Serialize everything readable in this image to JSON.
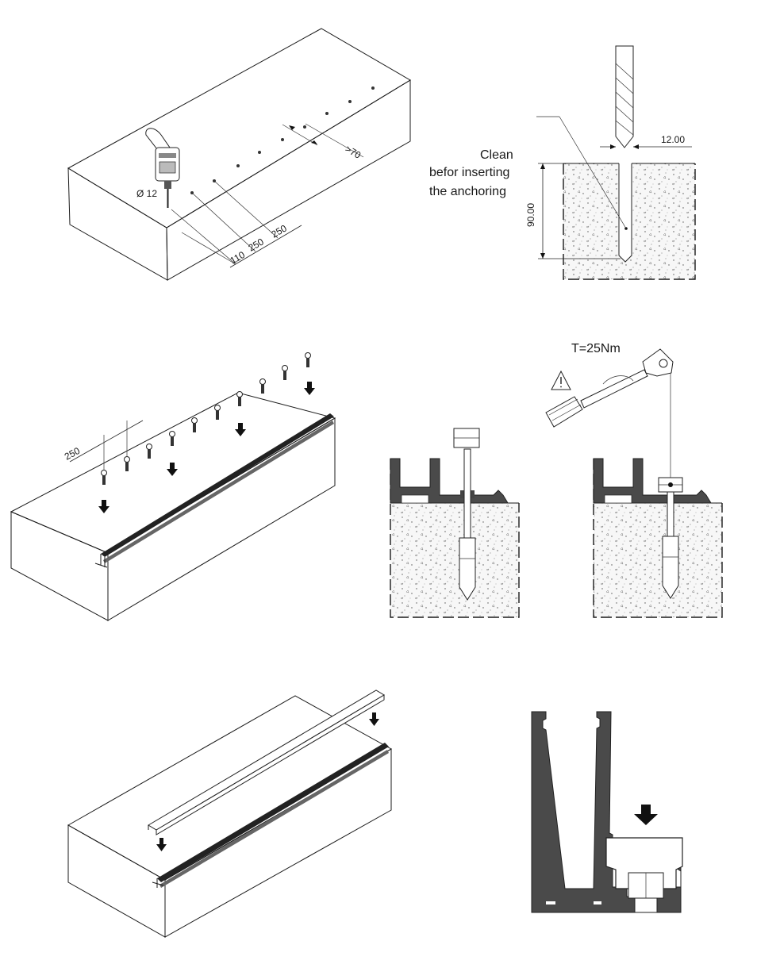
{
  "step1": {
    "drill_diameter_label": "Ø 12",
    "spacing_labels": [
      "110",
      "250",
      "250"
    ],
    "edge_distance_label": ">70"
  },
  "step1_section": {
    "hole_diameter": "12.00",
    "hole_depth": "90.00",
    "note_lines": [
      "Clean",
      "befor inserting",
      "the anchoring"
    ]
  },
  "step2": {
    "spacing_label": "250"
  },
  "step3": {
    "torque_label": "T=25Nm",
    "warning_icon": "warning-triangle-icon"
  },
  "colors": {
    "profile": "#4a4a4a",
    "line": "#1a1a1a",
    "concrete_fill": "#f7f7f7"
  }
}
